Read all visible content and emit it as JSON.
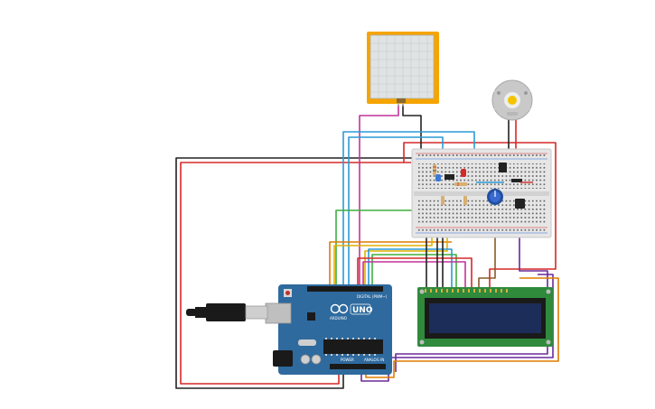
{
  "arduino": {
    "model": "UNO",
    "brand": "ARDUINO",
    "header_digital": "DIGITAL (PWM~)",
    "header_power": "POWER",
    "header_analog": "ANALOG IN"
  },
  "colors": {
    "background": "#ffffff",
    "board_blue": "#2e6a9e",
    "lcd_green": "#2f8a3c",
    "lcd_screen": "#1d2d5a",
    "sensor_orange": "#f5a400",
    "breadboard": "#e6e6e6",
    "wire_red": "#d62828",
    "wire_black": "#222222",
    "wire_blue": "#2a9bd6",
    "wire_magenta": "#c2329b",
    "wire_green": "#3fae3f",
    "wire_yellow": "#e0b000",
    "wire_orange": "#e07b00",
    "wire_purple": "#6a2a9b",
    "wire_brown": "#8a5a2a"
  },
  "icons": [
    "usb-plug-icon",
    "dc-motor-icon",
    "potentiometer-icon",
    "pressure-sensor-icon"
  ]
}
